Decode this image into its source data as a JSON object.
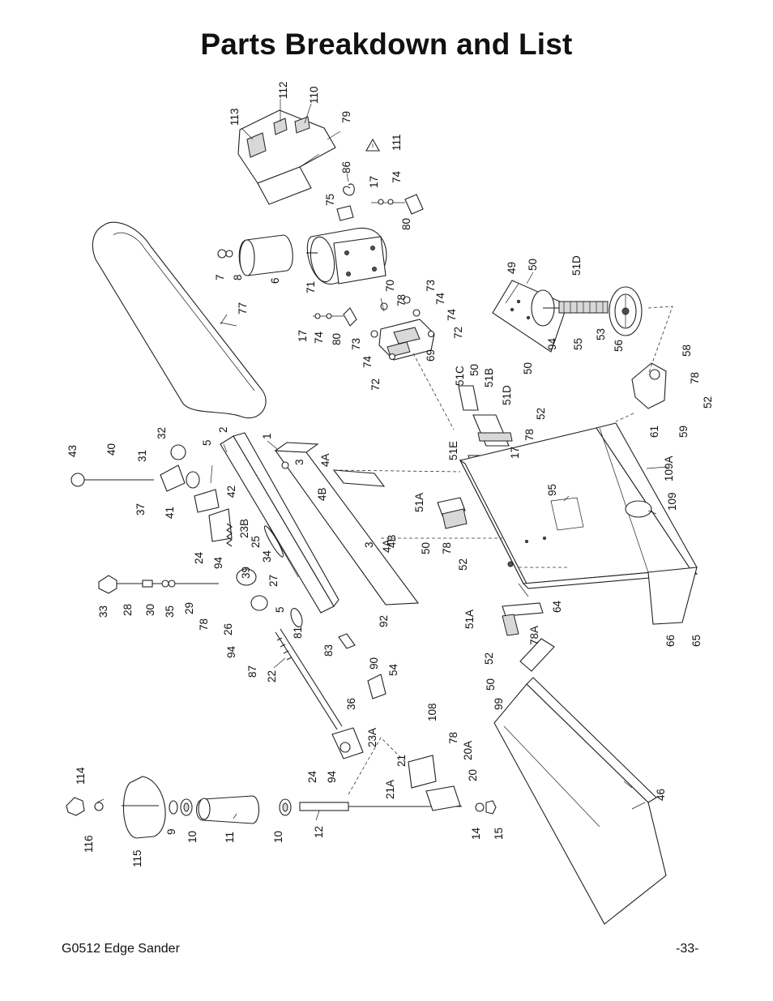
{
  "page": {
    "title": "Parts Breakdown and List",
    "footer_left": "G0512 Edge Sander",
    "footer_right": "-33-"
  },
  "callouts": {
    "c113": "113",
    "c112": "112",
    "c110": "110",
    "c79": "79",
    "c111": "111",
    "c86": "86",
    "c75": "75",
    "c17a": "17",
    "c74a": "74",
    "c80a": "80",
    "c7": "7",
    "c8": "8",
    "c6": "6",
    "c71": "71",
    "c77": "77",
    "c70": "70",
    "c73a": "73",
    "c78a": "78",
    "c74b": "74",
    "c74c": "74",
    "c17b": "17",
    "c74d": "74",
    "c80b": "80",
    "c73b": "73",
    "c72a": "72",
    "c69": "69",
    "c74e": "74",
    "c72b": "72",
    "c49": "49",
    "c50a": "50",
    "c51Da": "51D",
    "c94a": "94",
    "c55": "55",
    "c53": "53",
    "c56": "56",
    "c50b": "50",
    "c51C": "51C",
    "c50c": "50",
    "c51B": "51B",
    "c51Db": "51D",
    "c52a": "52",
    "c78b": "78",
    "c17c": "17",
    "c51E": "51E",
    "c58": "58",
    "c78c": "78",
    "c52b": "52",
    "c61": "61",
    "c59": "59",
    "c109A": "109A",
    "c95": "95",
    "c109": "109",
    "c43": "43",
    "c40": "40",
    "c31": "31",
    "c32": "32",
    "c37": "37",
    "c41": "41",
    "c42": "42",
    "c2": "2",
    "c5a": "5",
    "c1": "1",
    "c3a": "3",
    "c4Aa": "4A",
    "c4Ba": "4B",
    "c23B": "23B",
    "c25": "25",
    "c24a": "24",
    "c94b": "94",
    "c34": "34",
    "c39": "39",
    "c27": "27",
    "c3b": "3",
    "c4Ab": "4A",
    "c4Bb": "4B",
    "c51Aa": "51A",
    "c50d": "50",
    "c78d": "78",
    "c52c": "52",
    "c33": "33",
    "c28": "28",
    "c30": "30",
    "c35": "35",
    "c29": "29",
    "c78e": "78",
    "c26": "26",
    "c94c": "94",
    "c5b": "5",
    "c81": "81",
    "c92": "92",
    "c64": "64",
    "c51Ab": "51A",
    "c78A": "78A",
    "c52d": "52",
    "c66": "66",
    "c65": "65",
    "c87": "87",
    "c22": "22",
    "c83": "83",
    "c90": "90",
    "c54": "54",
    "c50e": "50",
    "c99": "99",
    "c36": "36",
    "c23A": "23A",
    "c108": "108",
    "c78f": "78",
    "c21": "21",
    "c20A": "20A",
    "c24b": "24",
    "c94d": "94",
    "c21A": "21A",
    "c20": "20",
    "c46": "46",
    "c114": "114",
    "c116": "116",
    "c115": "115",
    "c9": "9",
    "c10a": "10",
    "c11": "11",
    "c10b": "10",
    "c12": "12",
    "c14": "14",
    "c15": "15"
  }
}
